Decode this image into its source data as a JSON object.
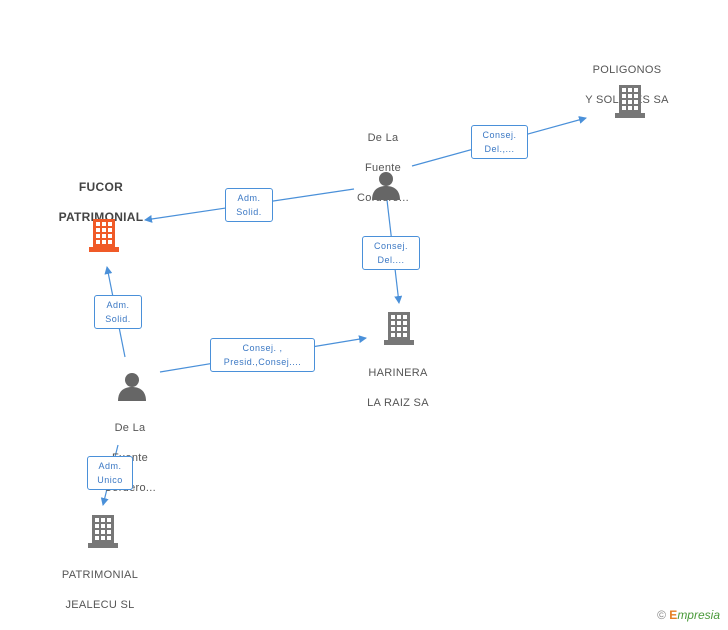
{
  "colors": {
    "edge": "#4a90d9",
    "company": "#777777",
    "company_main": "#f05a28",
    "person": "#666666"
  },
  "nodes": {
    "poligonos": {
      "line1": "POLIGONOS",
      "line2": "Y SOLARES SA",
      "icon": "building-icon"
    },
    "person_top": {
      "line1": "De La",
      "line2": "Fuente",
      "line3": "Cordero...",
      "icon": "person-icon"
    },
    "fucor": {
      "line1": "FUCOR",
      "line2": "PATRIMONIAL",
      "line3": "SL",
      "icon": "building-icon"
    },
    "harinera": {
      "line1": "HARINERA",
      "line2": "LA RAIZ SA",
      "icon": "building-icon"
    },
    "person_bottom": {
      "line1": "De La",
      "line2": "Fuente",
      "line3": "Cordero...",
      "icon": "person-icon"
    },
    "jealecu": {
      "line1": "PATRIMONIAL",
      "line2": "JEALECU SL",
      "icon": "building-icon"
    }
  },
  "edges": {
    "top_to_poligonos": {
      "line1": "Consej.",
      "line2": "Del.,..."
    },
    "top_to_fucor": {
      "line1": "Adm.",
      "line2": "Solid."
    },
    "top_to_harinera": {
      "line1": "Consej.",
      "line2": "Del...."
    },
    "bottom_to_fucor": {
      "line1": "Adm.",
      "line2": "Solid."
    },
    "bottom_to_harinera": {
      "line1": "Consej. ,",
      "line2": "Presid.,Consej...."
    },
    "bottom_to_jealecu": {
      "line1": "Adm.",
      "line2": "Unico"
    }
  },
  "footer": {
    "copyright": "©",
    "brand_initial": "E",
    "brand_rest": "mpresia"
  }
}
